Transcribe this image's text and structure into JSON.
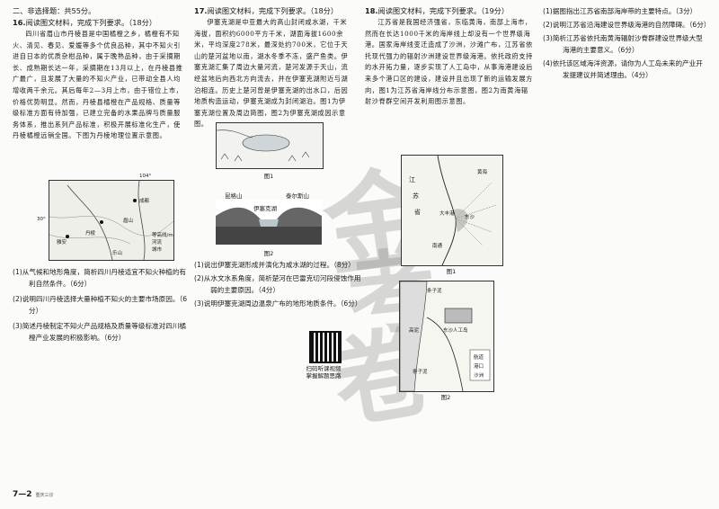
{
  "section_title": "二、非选择题：共55分。",
  "q16": {
    "num": "16.",
    "prompt": "阅读图文材料，完成下列要求。（18分）",
    "p1": "四川省眉山市丹棱县是中国橘橙之乡，橘橙有不知火、清见、春见、爱媛等多个优良品种，其中不知火引进自日本的优质杂柑品种，属于晚熟品种，由于采摘期长、成熟期长达一年，采摘期在13月以上，在丹棱县推广最广，且发展了大量的不知火产业，已带动全县人均增收两千余元。其后每年2—3月上市，由于错位上市，价格优势明显。然而，丹棱县橘橙在产品规格、质量等级标准方面有待加强，已建立完备的水果品牌与质量服务体系，推出系列产品标准，积极开展标准化生产，使丹棱橘橙远销全国。下图为丹棱地理位置示意图。",
    "map_labels": {
      "top": "104°",
      "city1": "成都",
      "city2": "眉山",
      "city3": "雅安",
      "county": "丹棱",
      "city4": "乐山",
      "lat": "30°",
      "legend1": "等高线/m",
      "legend2": "河流",
      "legend3": "城市"
    },
    "sub1": "(1)从气候和地形角度，简析四川丹棱适宜不知火种植的有利自然条件。（6分）",
    "sub2": "(2)说明四川丹棱选择大量种植不知火的主要市场原因。（6分）",
    "sub3": "(3)简述丹棱制定不知火产品规格及质量等级标准对四川橘橙产业发展的积极影响。（6分）"
  },
  "q17": {
    "num": "17.",
    "prompt": "阅读图文材料，完成下列要求。（18分）",
    "p1": "伊塞克湖是中亚最大的高山封闭咸水湖，千米海拔，面积约6000平方千米，湖面海拔1600余米，平均深度278米，最深处约700米，它位于天山的楚河盆地以南，湖水冬季不冻，盛产鱼类。伊塞克湖汇集了周边大量河流，楚河发源于天山，流经盆地后向西北方向流去，并在伊塞克湖附近与湖泊相连。历史上楚河曾是伊塞克湖的出水口，后因地质构造运动，伊塞克湖成为封闭湖泊。图1为伊塞克湖位置及周边简图，图2为伊塞克湖成因示意图。",
    "fig1_caption": "图1",
    "fig2_labels": {
      "left": "昆格山",
      "right": "泰尔斯山",
      "center": "伊塞克湖"
    },
    "fig2_caption": "图2",
    "sub1": "(1)说出伊塞克湖形成并演化为咸水湖的过程。（8分）",
    "sub2": "(2)从水文水系角度，简析楚河在巴雷克切河段侵蚀作用弱的主要原因。（4分）",
    "sub3": "(3)说明伊塞克湖周边温泉广布的地形地质条件。（6分）"
  },
  "q18": {
    "num": "18.",
    "prompt": "阅读图文材料，完成下列要求。（19分）",
    "p1": "江苏省是我国经济强省，东临黄海，南部上海市，然而在长达1000千米的海岸线上却没有一个世界级海港。国家海岸线变迁造成了沙洲，沙滩广布，江苏省依托现代强力的辐射沙洲建设世界级海港。依托政府支持的水开拓力量，逐步实现了人工岛中，从事海港建设后来多个港口区的建设，建设并且出现了新的运输发展方向，图1为江苏省海岸线分布示意图，图2为南黄海辐射沙脊群空间开发利用图示意图。",
    "fig1_labels": {
      "sea": "黄海",
      "prov1": "江",
      "prov2": "苏",
      "prov3": "省",
      "island": "东沙",
      "port": "大丰港",
      "city": "南通"
    },
    "fig1_caption": "图1",
    "fig2_labels": {
      "a": "条子泥",
      "b": "高泥",
      "c": "东沙人工岛",
      "d": "条子泥",
      "legend1": "航道",
      "legend2": "港口",
      "legend3": "沙洲"
    },
    "fig2_caption": "图2",
    "sub1": "(1)据图指出江苏省南部海岸带的主要特点。（3分）",
    "sub2": "(2)说明江苏省沿海建设世界级海港的自然障碍。（6分）",
    "sub3": "(3)简析江苏省依托南黄海辐射沙脊群建设世界级大型海港的主要意义。（6分）",
    "sub4": "(4)依托该区域海洋资源，请你为人工岛未来的产业开发提建议并简述理由。（4分）"
  },
  "qr_caption1": "扫码听课视频",
  "qr_caption2": "掌握解题思路",
  "watermark": [
    "金",
    "考",
    "卷"
  ],
  "footer": {
    "page": "7—2",
    "note": "重庆三诊"
  }
}
